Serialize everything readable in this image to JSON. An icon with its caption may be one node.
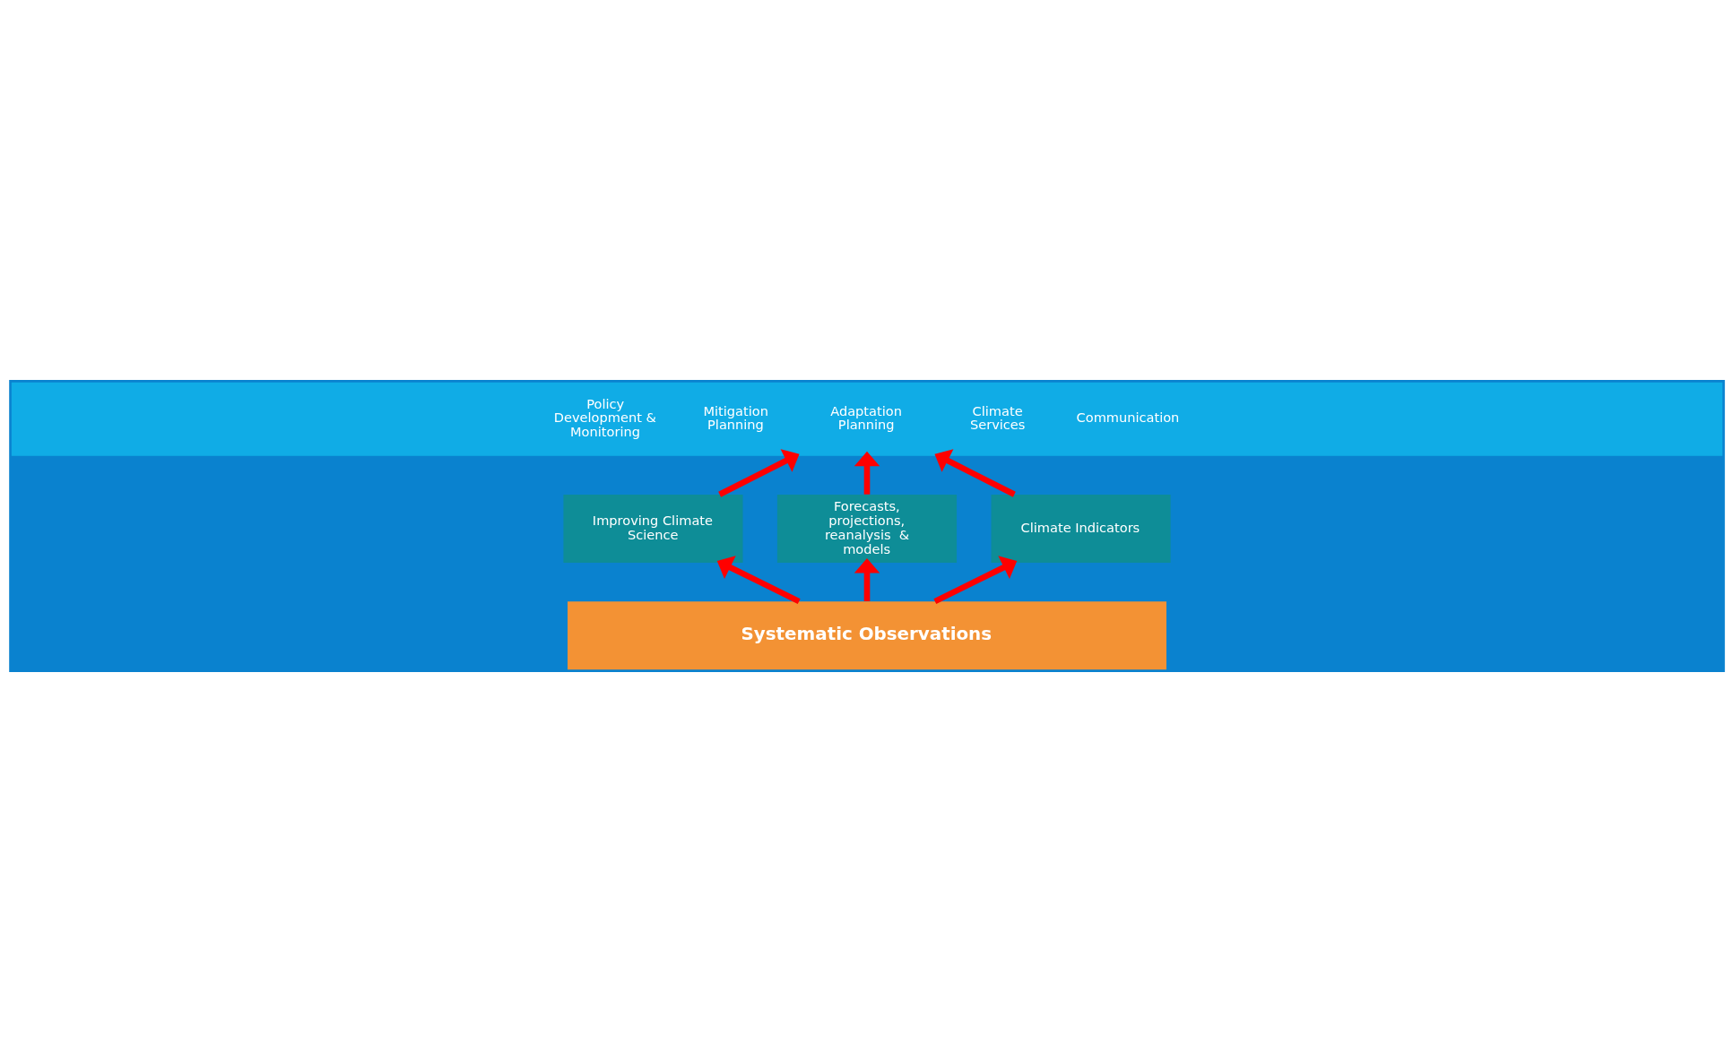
{
  "diagram": {
    "nodes": [
      {
        "text": [
          "Policy Development & Monitoring",
          "Mitigation Planning",
          "Adaptation Planning",
          "Climate Services",
          "Communication"
        ]
      },
      {
        "text": [
          "Improving Climate Science"
        ]
      },
      {
        "text": [
          "Forecasts, projections, reanalysis  & models"
        ]
      },
      {
        "text": [
          "Climate Indicators"
        ]
      },
      {
        "text": [
          "Systematic Observations"
        ]
      }
    ],
    "edges": [
      {
        "from": 4,
        "to": 1,
        "arrow": "to"
      },
      {
        "from": 4,
        "to": 2,
        "arrow": "to"
      },
      {
        "from": 4,
        "to": 3,
        "arrow": "to"
      },
      {
        "from": 1,
        "to": 0,
        "arrow": "to"
      },
      {
        "from": 2,
        "to": 0,
        "arrow": "to"
      },
      {
        "from": 3,
        "to": 0,
        "arrow": "to"
      }
    ]
  }
}
